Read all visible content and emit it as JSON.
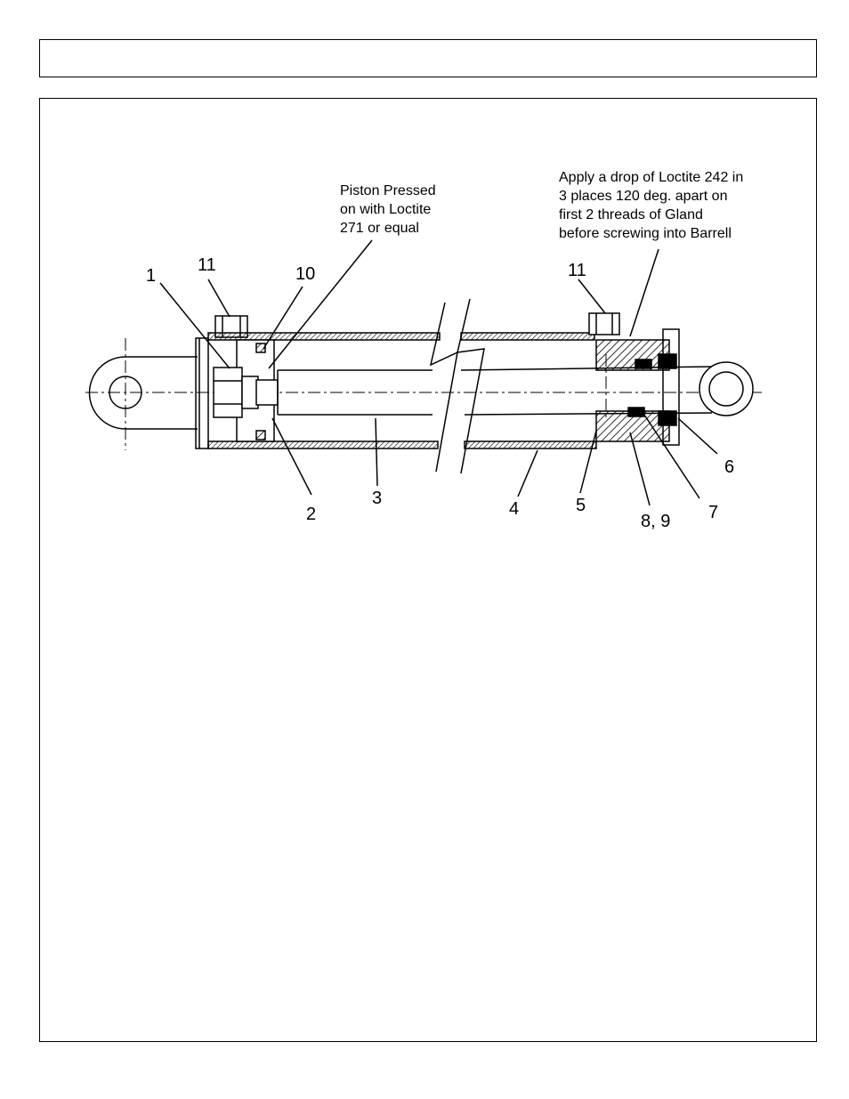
{
  "header": {
    "title": ""
  },
  "diagram": {
    "notes": {
      "piston": [
        "Piston Pressed",
        "on with Loctite",
        "271 or equal"
      ],
      "gland": [
        "Apply a drop of Loctite 242 in",
        "3 places 120 deg. apart on",
        "first 2 threads  of Gland",
        "before screwing into Barrell"
      ]
    },
    "callouts": {
      "c1": "1",
      "c11_left": "11",
      "c10": "10",
      "c11_right": "11",
      "c2": "2",
      "c3": "3",
      "c4": "4",
      "c5": "5",
      "c6": "6",
      "c7": "7",
      "c89": "8, 9"
    }
  }
}
